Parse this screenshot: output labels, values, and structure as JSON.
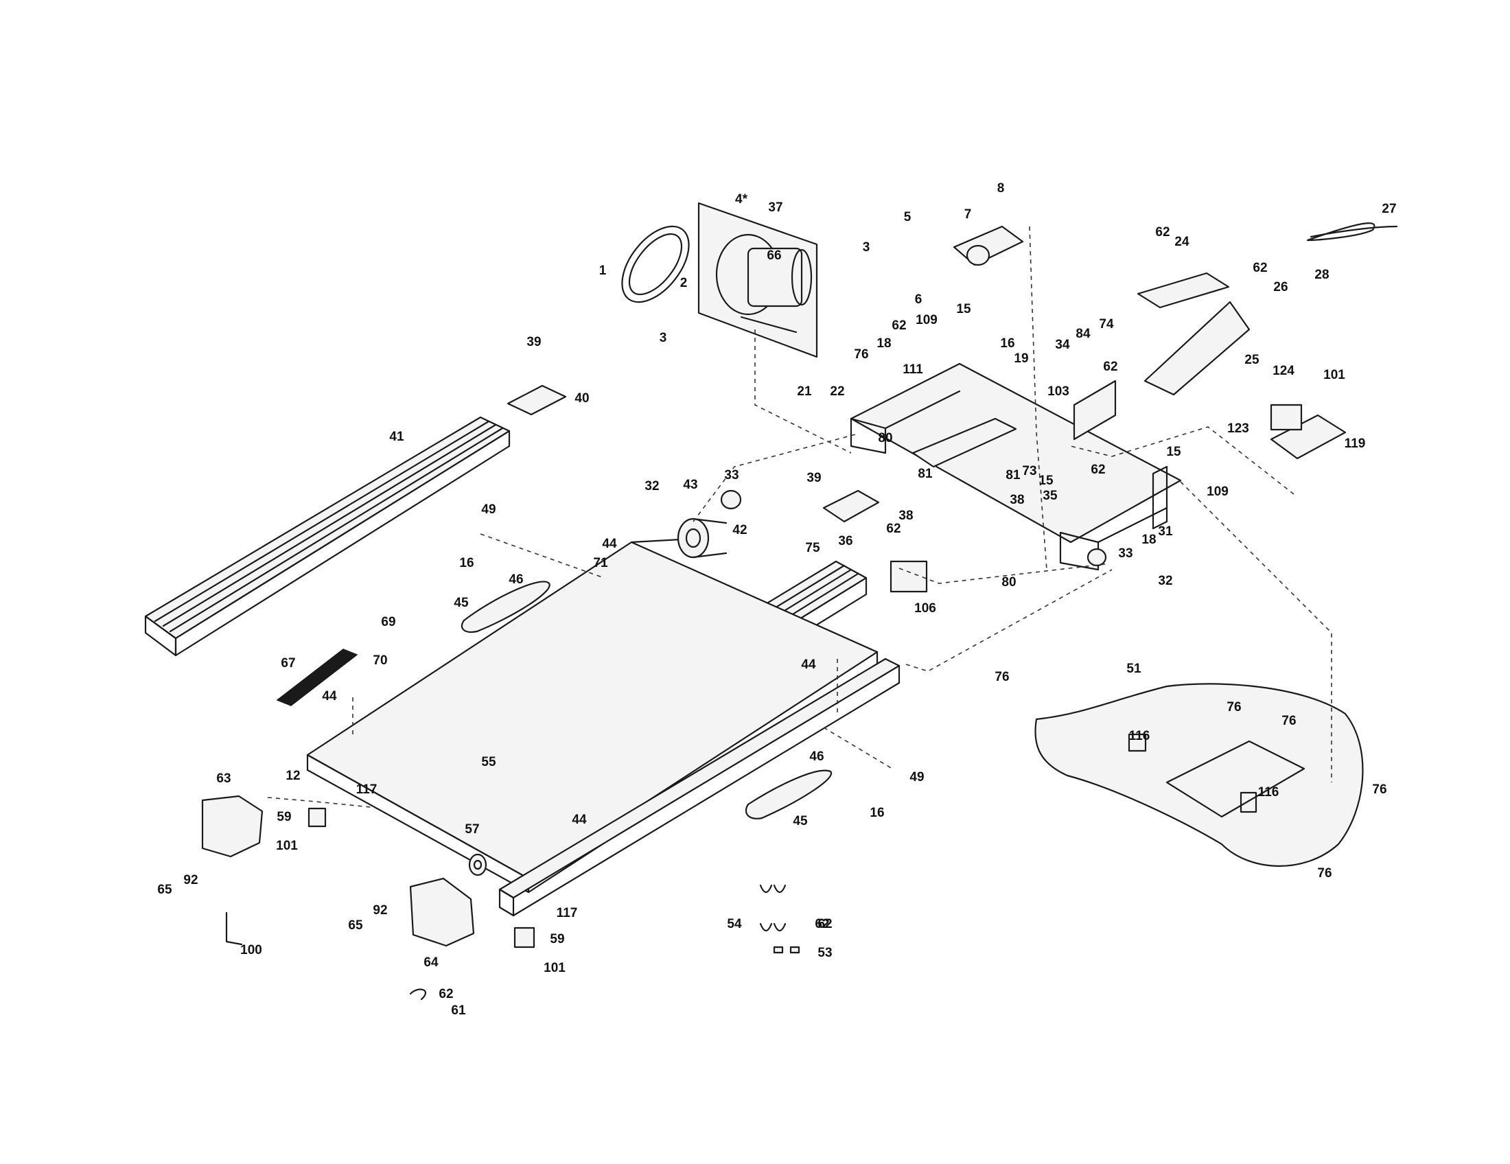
{
  "diagram": {
    "callouts": [
      {
        "id": "c1",
        "label": "1"
      },
      {
        "id": "c2",
        "label": "2"
      },
      {
        "id": "c3a",
        "label": "3"
      },
      {
        "id": "c3b",
        "label": "3"
      },
      {
        "id": "c4",
        "label": "4*"
      },
      {
        "id": "c5",
        "label": "5"
      },
      {
        "id": "c6",
        "label": "6"
      },
      {
        "id": "c7",
        "label": "7"
      },
      {
        "id": "c8",
        "label": "8"
      },
      {
        "id": "c12",
        "label": "12"
      },
      {
        "id": "c15a",
        "label": "15"
      },
      {
        "id": "c15b",
        "label": "15"
      },
      {
        "id": "c15c",
        "label": "15"
      },
      {
        "id": "c16a",
        "label": "16"
      },
      {
        "id": "c16b",
        "label": "16"
      },
      {
        "id": "c16c",
        "label": "16"
      },
      {
        "id": "c18a",
        "label": "18"
      },
      {
        "id": "c18b",
        "label": "18"
      },
      {
        "id": "c19",
        "label": "19"
      },
      {
        "id": "c21",
        "label": "21"
      },
      {
        "id": "c22",
        "label": "22"
      },
      {
        "id": "c24",
        "label": "24"
      },
      {
        "id": "c25",
        "label": "25"
      },
      {
        "id": "c26",
        "label": "26"
      },
      {
        "id": "c27",
        "label": "27"
      },
      {
        "id": "c28",
        "label": "28"
      },
      {
        "id": "c31",
        "label": "31"
      },
      {
        "id": "c32a",
        "label": "32"
      },
      {
        "id": "c32b",
        "label": "32"
      },
      {
        "id": "c33a",
        "label": "33"
      },
      {
        "id": "c33b",
        "label": "33"
      },
      {
        "id": "c34",
        "label": "34"
      },
      {
        "id": "c35",
        "label": "35"
      },
      {
        "id": "c36",
        "label": "36"
      },
      {
        "id": "c37",
        "label": "37"
      },
      {
        "id": "c38a",
        "label": "38"
      },
      {
        "id": "c38b",
        "label": "38"
      },
      {
        "id": "c39a",
        "label": "39"
      },
      {
        "id": "c39b",
        "label": "39"
      },
      {
        "id": "c40",
        "label": "40"
      },
      {
        "id": "c41",
        "label": "41"
      },
      {
        "id": "c42",
        "label": "42"
      },
      {
        "id": "c43",
        "label": "43"
      },
      {
        "id": "c44a",
        "label": "44"
      },
      {
        "id": "c44b",
        "label": "44"
      },
      {
        "id": "c44c",
        "label": "44"
      },
      {
        "id": "c44d",
        "label": "44"
      },
      {
        "id": "c45a",
        "label": "45"
      },
      {
        "id": "c45b",
        "label": "45"
      },
      {
        "id": "c46a",
        "label": "46"
      },
      {
        "id": "c46b",
        "label": "46"
      },
      {
        "id": "c49a",
        "label": "49"
      },
      {
        "id": "c49b",
        "label": "49"
      },
      {
        "id": "c51",
        "label": "51"
      },
      {
        "id": "c53",
        "label": "53"
      },
      {
        "id": "c54",
        "label": "54"
      },
      {
        "id": "c55",
        "label": "55"
      },
      {
        "id": "c57",
        "label": "57"
      },
      {
        "id": "c59a",
        "label": "59"
      },
      {
        "id": "c59b",
        "label": "59"
      },
      {
        "id": "c61",
        "label": "61"
      },
      {
        "id": "c62a",
        "label": "62"
      },
      {
        "id": "c62b",
        "label": "62"
      },
      {
        "id": "c62c",
        "label": "62"
      },
      {
        "id": "c62d",
        "label": "62"
      },
      {
        "id": "c62e",
        "label": "62"
      },
      {
        "id": "c62f",
        "label": "62"
      },
      {
        "id": "c62g",
        "label": "62"
      },
      {
        "id": "c62h",
        "label": "62"
      },
      {
        "id": "c62i",
        "label": "62"
      },
      {
        "id": "c63",
        "label": "63"
      },
      {
        "id": "c64",
        "label": "64"
      },
      {
        "id": "c65a",
        "label": "65"
      },
      {
        "id": "c65b",
        "label": "65"
      },
      {
        "id": "c66",
        "label": "66"
      },
      {
        "id": "c67",
        "label": "67"
      },
      {
        "id": "c69",
        "label": "69"
      },
      {
        "id": "c70",
        "label": "70"
      },
      {
        "id": "c71",
        "label": "71"
      },
      {
        "id": "c73",
        "label": "73"
      },
      {
        "id": "c74",
        "label": "74"
      },
      {
        "id": "c75",
        "label": "75"
      },
      {
        "id": "c76a",
        "label": "76"
      },
      {
        "id": "c76b",
        "label": "76"
      },
      {
        "id": "c76c",
        "label": "76"
      },
      {
        "id": "c76d",
        "label": "76"
      },
      {
        "id": "c76e",
        "label": "76"
      },
      {
        "id": "c76f",
        "label": "76"
      },
      {
        "id": "c80a",
        "label": "80"
      },
      {
        "id": "c80b",
        "label": "80"
      },
      {
        "id": "c81a",
        "label": "81"
      },
      {
        "id": "c81b",
        "label": "81"
      },
      {
        "id": "c84",
        "label": "84"
      },
      {
        "id": "c92a",
        "label": "92"
      },
      {
        "id": "c92b",
        "label": "92"
      },
      {
        "id": "c100",
        "label": "100"
      },
      {
        "id": "c101a",
        "label": "101"
      },
      {
        "id": "c101b",
        "label": "101"
      },
      {
        "id": "c101c",
        "label": "101"
      },
      {
        "id": "c103",
        "label": "103"
      },
      {
        "id": "c106",
        "label": "106"
      },
      {
        "id": "c109a",
        "label": "109"
      },
      {
        "id": "c109b",
        "label": "109"
      },
      {
        "id": "c111",
        "label": "111"
      },
      {
        "id": "c116a",
        "label": "116"
      },
      {
        "id": "c116b",
        "label": "116"
      },
      {
        "id": "c117a",
        "label": "117"
      },
      {
        "id": "c117b",
        "label": "117"
      },
      {
        "id": "c119",
        "label": "119"
      },
      {
        "id": "c123",
        "label": "123"
      },
      {
        "id": "c124",
        "label": "124"
      }
    ]
  }
}
